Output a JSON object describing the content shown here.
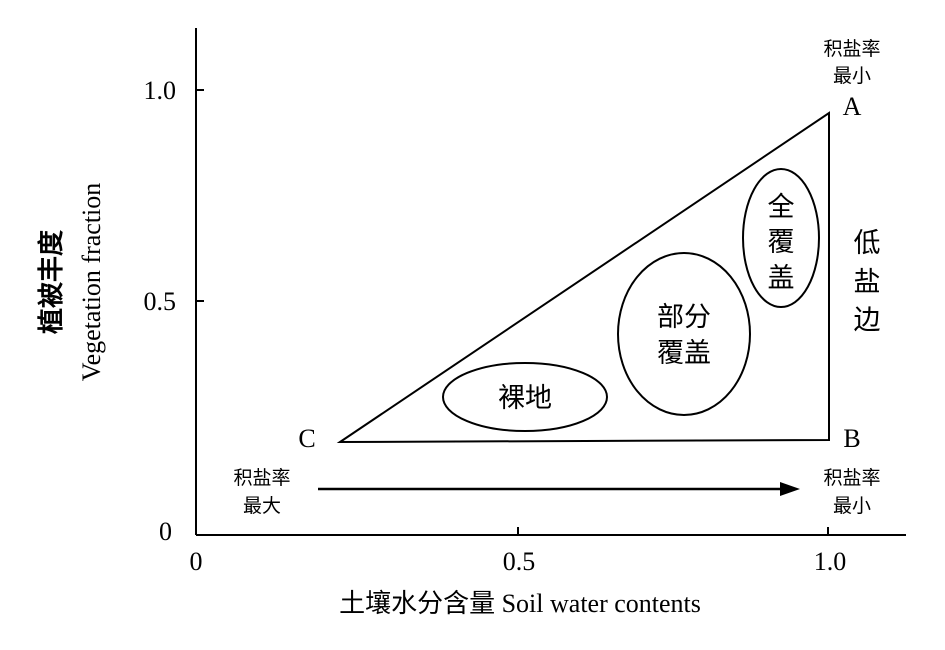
{
  "axes": {
    "x_label": "土壤水分含量 Soil water contents",
    "y_label_cn": "植被丰度",
    "y_label_en": "Vegetation fraction",
    "x_ticks": [
      "0",
      "0.5",
      "1.0"
    ],
    "y_ticks": [
      "0",
      "0.5",
      "1.0"
    ]
  },
  "corners": {
    "a": "A",
    "b": "B",
    "c": "C"
  },
  "zones": {
    "bare_land": "裸地",
    "partial_cover_1": "部分",
    "partial_cover_2": "覆盖",
    "full_cover_1": "全",
    "full_cover_2": "覆",
    "full_cover_3": "盖"
  },
  "edge_label": {
    "line1": "低",
    "line2": "盐",
    "line3": "边"
  },
  "notes": {
    "top_right_1": "积盐率",
    "top_right_2": "最小",
    "bottom_left_1": "积盐率",
    "bottom_left_2": "最大",
    "bottom_right_1": "积盐率",
    "bottom_right_2": "最小"
  }
}
